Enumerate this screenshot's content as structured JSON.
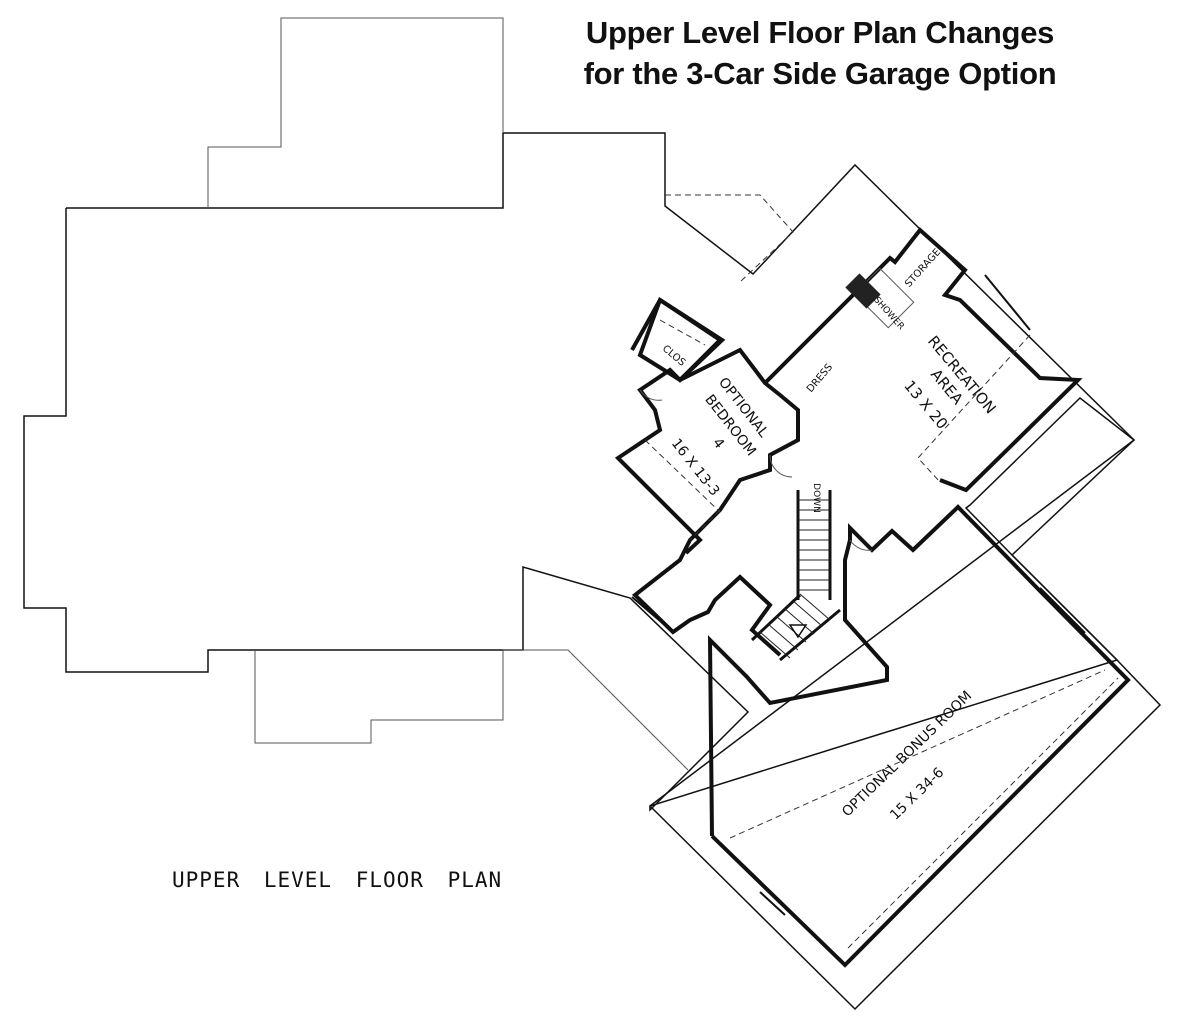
{
  "header": {
    "title_line1": "Upper Level Floor Plan Changes",
    "title_line2": "for the 3-Car Side Garage Option"
  },
  "plan": {
    "caption": "UPPER LEVEL FLOOR PLAN",
    "rooms": {
      "bedroom_name_1": "OPTIONAL",
      "bedroom_name_2": "BEDROOM",
      "bedroom_number": "4",
      "bedroom_size": "16 X 13-3",
      "closet": "CLOS",
      "dress": "DRESS",
      "shower": "SHOWER",
      "storage": "STORAGE",
      "recreation_name_1": "RECREATION",
      "recreation_name_2": "AREA",
      "recreation_size": "13 X 20",
      "stair": "DOWN",
      "bonus_name": "OPTIONAL BONUS ROOM",
      "bonus_size": "15 X 34-6"
    }
  }
}
